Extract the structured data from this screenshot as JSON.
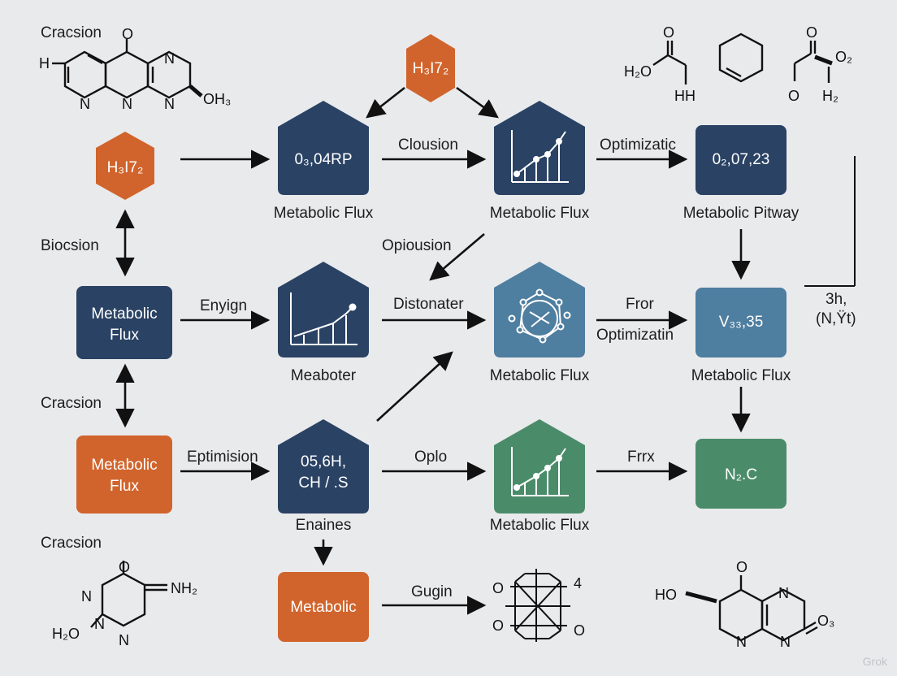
{
  "colors": {
    "navy": "#2a4264",
    "orange": "#d1642c",
    "steel": "#4e7ea0",
    "green": "#4a8c6a",
    "background": "#e9eaec"
  },
  "hex_top": "H₃I7₂",
  "hex_left": "H₃I7₂",
  "row1": {
    "node1": "0₃,04RP",
    "caption1": "Metabolic Flux",
    "edge12": "Clousion",
    "caption2": "Metabolic Flux",
    "edge23": "Optimizatic",
    "node3": "0₂,07,23",
    "caption3": "Metabolic Pitway"
  },
  "row2": {
    "left_node": [
      "Metabolic",
      "Flux"
    ],
    "edge_left": "Enyign",
    "caption1": "Meaboter",
    "edge12": "Distonater",
    "caption2": "Metabolic Flux",
    "edge23a": "Fror",
    "edge23b": "Optimizatin",
    "node3": "V₃₃,35",
    "caption3": "Metabolic Flux",
    "diag_label": "Opiousion"
  },
  "row3": {
    "left_node": [
      "Metabolic",
      "Flux"
    ],
    "edge_left": "Eptimision",
    "node1": [
      "05,6H,",
      "CH / .S"
    ],
    "caption1": "Enaines",
    "edge12": "Oplo",
    "caption2": "Metabolic Flux",
    "edge23": "Frrx",
    "node3": "N₂.C"
  },
  "row4": {
    "node": "Metabolic",
    "edge": "Gugin"
  },
  "side_labels": {
    "top_left": "Cracsion",
    "biocsion": "Biocsion",
    "cracsion_mid": "Cracsion",
    "cracsion_bottom": "Cracsion"
  },
  "right_annotation": [
    "3h,",
    "(N,Ÿt)"
  ],
  "chem": {
    "tl_h": "H",
    "tl_o": "O",
    "tl_n1": "N",
    "tl_n2": "N",
    "tl_n3": "N",
    "tl_n4": "N",
    "tl_oh3": "OH₃",
    "tr_o1": "O",
    "tr_h2o": "H₂O",
    "tr_hh": "HH",
    "tr_o2": "O",
    "tr_o3": "O₂",
    "tr_o4": "O",
    "tr_h2": "H₂",
    "bl_o": "O",
    "bl_n1": "N",
    "bl_nh2": "NH₂",
    "bl_h2o": "H₂O",
    "bl_n2": "N",
    "bl_n3": "N",
    "bc_o1": "O",
    "bc_o2": "O",
    "bc_o3": "O",
    "bc_4": "4",
    "br_o": "O",
    "br_ho": "HO",
    "br_n1": "N",
    "br_n2": "N",
    "br_n3": "N",
    "br_o3": "O₃"
  },
  "watermark": "Grok"
}
